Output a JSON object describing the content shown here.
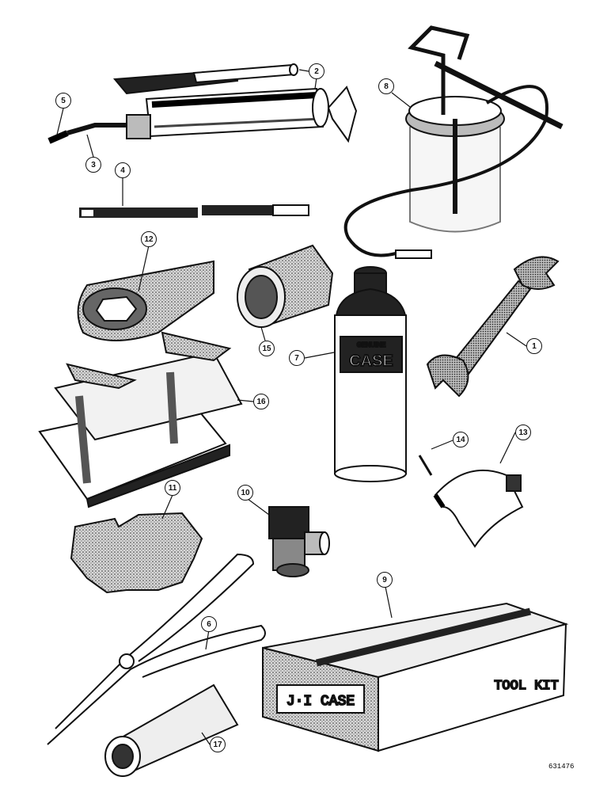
{
  "callouts": {
    "c1": "1",
    "c2": "2",
    "c3": "3",
    "c4": "4",
    "c5": "5",
    "c6": "6",
    "c7": "7",
    "c8": "8",
    "c9": "9",
    "c10": "10",
    "c11": "11",
    "c12": "12",
    "c13": "13",
    "c14": "14",
    "c15": "15",
    "c16": "16",
    "c17": "17"
  },
  "can_label": {
    "genuine": "GENUINE",
    "brand": "CASE"
  },
  "box_label": {
    "side": "J·I CASE",
    "end": "TOOL KIT"
  },
  "figure_number": "631476"
}
